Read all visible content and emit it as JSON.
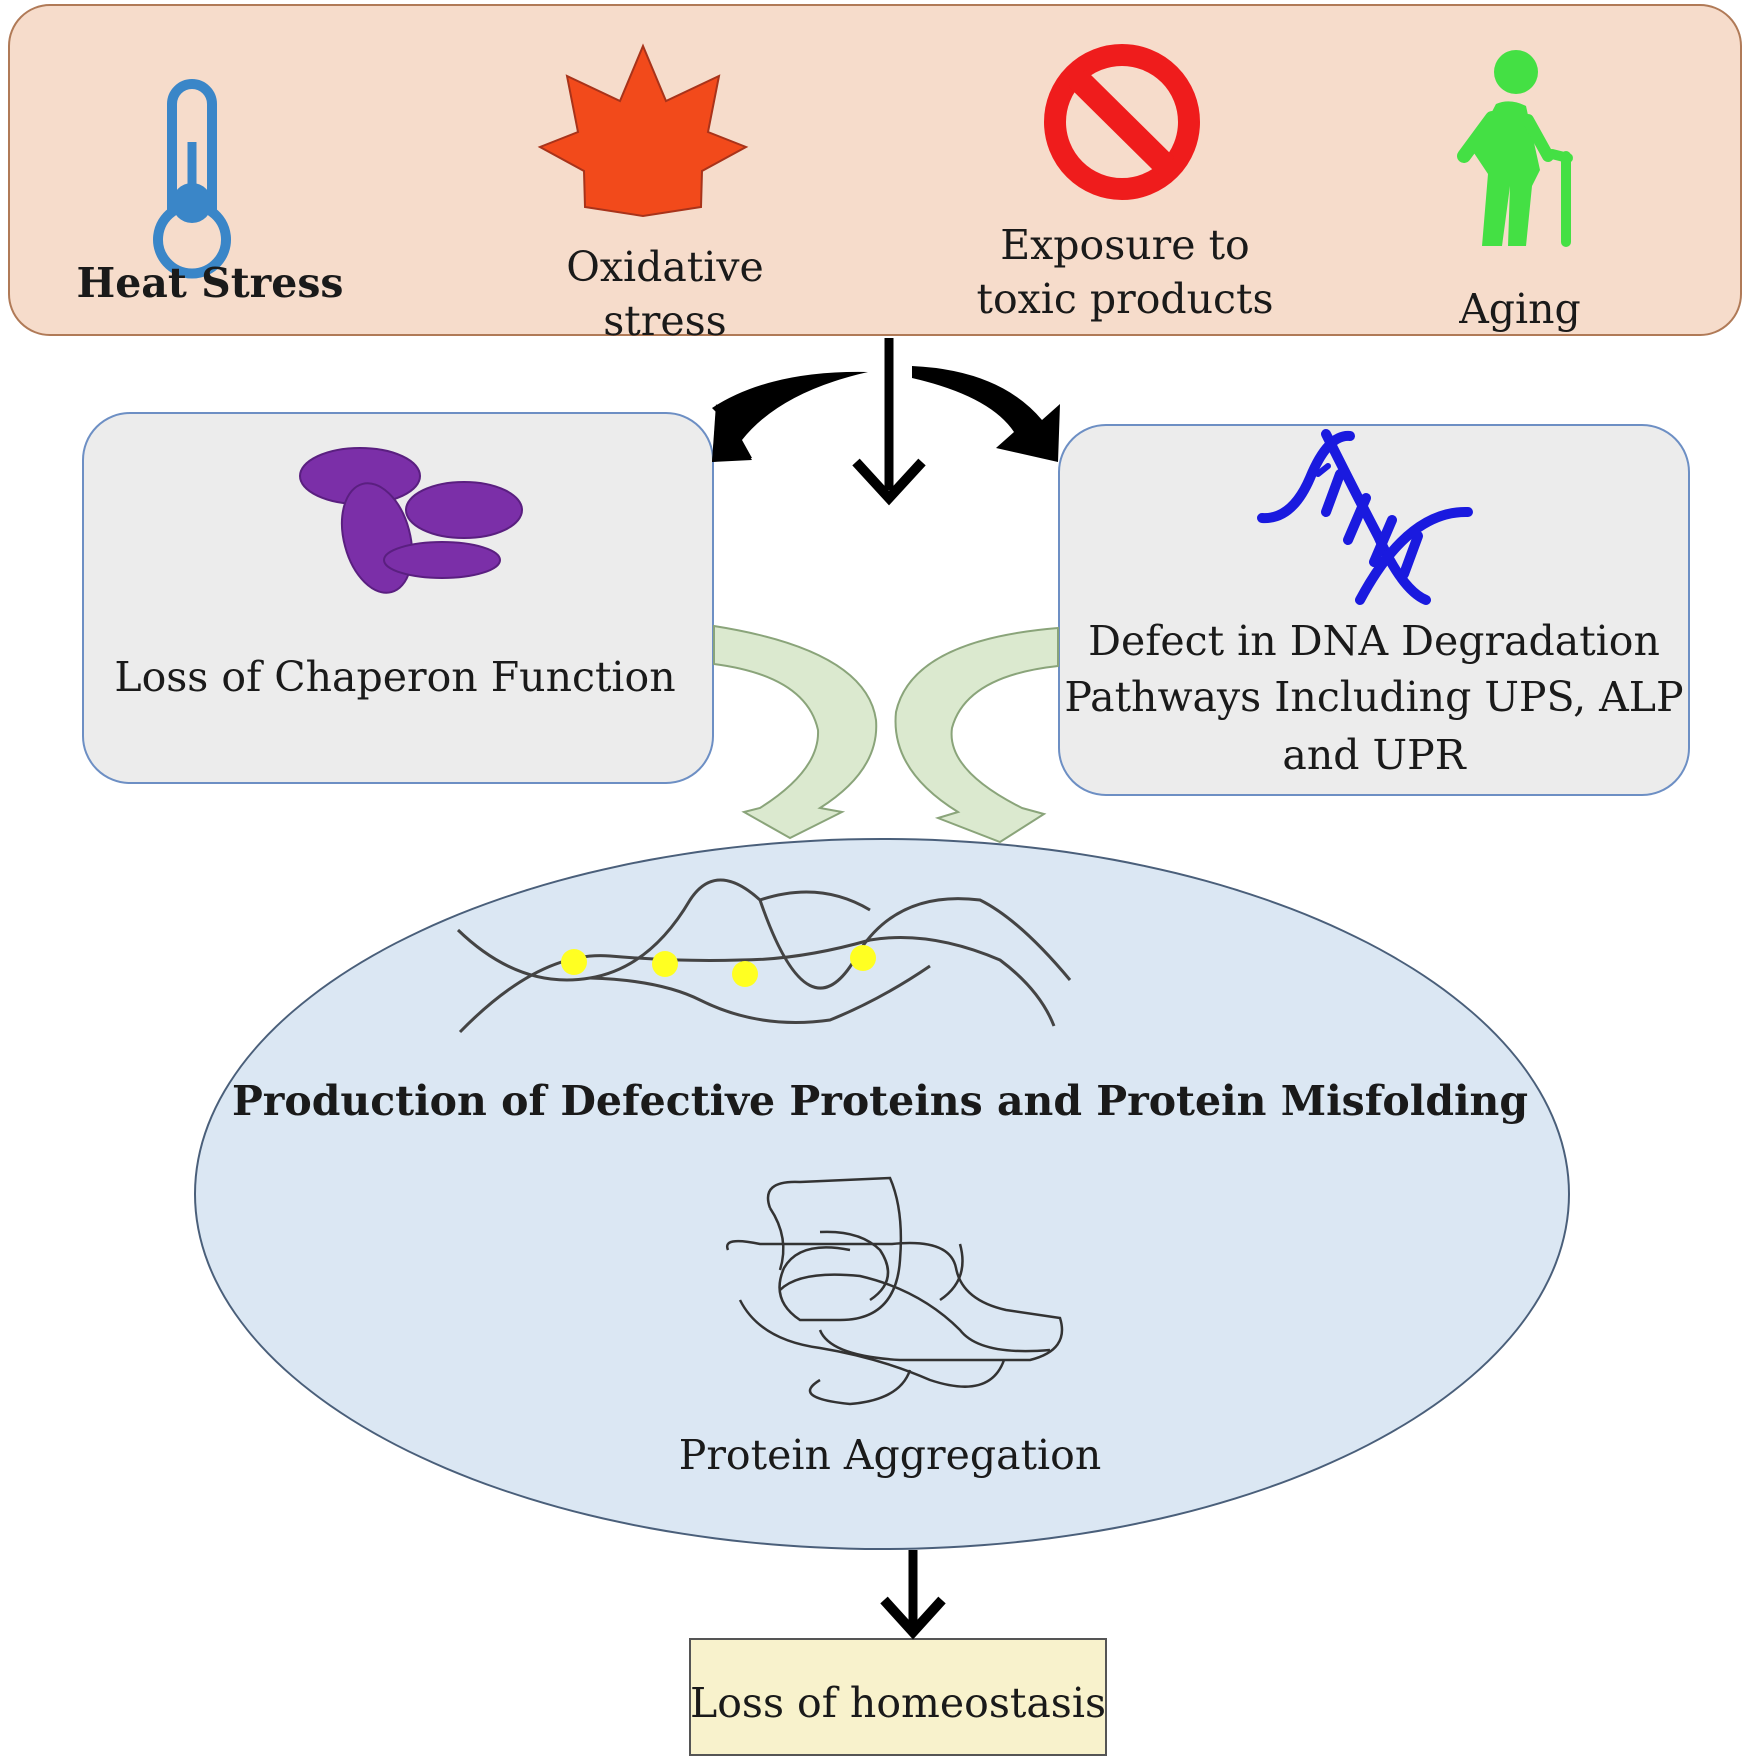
{
  "stressors": [
    {
      "label": "Heat Stress",
      "icon": "thermometer-icon"
    },
    {
      "label": "Oxidative stress",
      "icon": "star-burst-icon"
    },
    {
      "label_lines": [
        "Exposure to",
        "toxic products"
      ],
      "icon": "prohibited-icon"
    },
    {
      "label": "Aging",
      "icon": "elderly-person-icon"
    }
  ],
  "left_box": {
    "label": "Loss of Chaperon Function",
    "icon": "chaperone-proteins-icon"
  },
  "right_box": {
    "label_lines": [
      "Defect in DNA Degradation",
      "Pathways Including UPS, ALP",
      "and UPR"
    ],
    "icon": "dna-icon"
  },
  "center": {
    "misfolding_label": "Production of Defective Proteins and Protein Misfolding",
    "aggregation_label": "Protein Aggregation"
  },
  "outcome": {
    "label": "Loss of homeostasis"
  },
  "colors": {
    "top_panel": "#f6dccb",
    "side_box": "#ececec",
    "ellipse": "#dbe7f3",
    "final_box": "#f8f2cc",
    "chaperone": "#7b2fa8",
    "dna": "#1a1adf",
    "aging": "#44e044",
    "star": "#f24a1b",
    "prohibit": "#ef1c1c",
    "thermometer": "#3a86c8",
    "dots": "#ffff22"
  }
}
